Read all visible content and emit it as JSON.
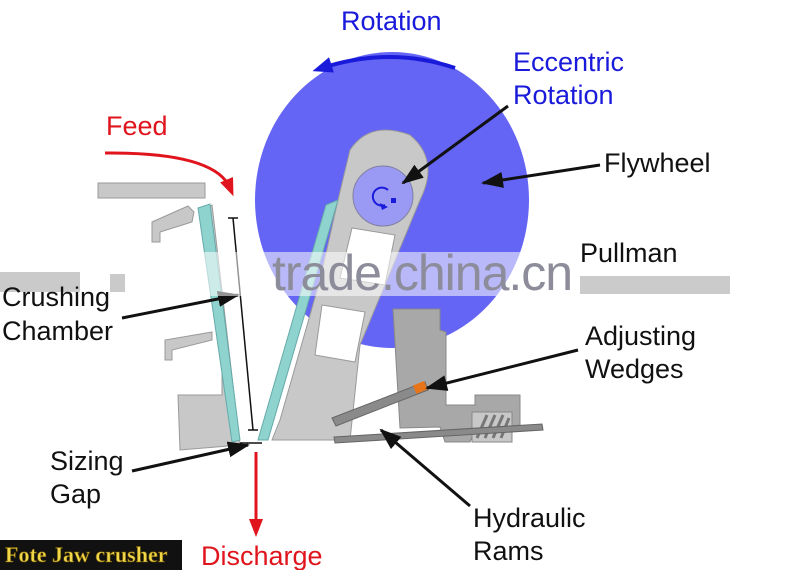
{
  "diagram": {
    "labels": {
      "rotation": "Rotation",
      "eccentric_line1": "Eccentric",
      "eccentric_line2": "Rotation",
      "feed": "Feed",
      "flywheel": "Flywheel",
      "pullman_line1": "Pullman",
      "crushing_line1": "Crushing",
      "crushing_line2": "Chamber",
      "adjusting_line1": "Adjusting",
      "adjusting_line2": "Wedges",
      "sizing_line1": "Sizing",
      "sizing_line2": "Gap",
      "hydraulic_line1": "Hydraulic",
      "hydraulic_line2": "Rams",
      "discharge": "Discharge"
    },
    "watermark": "trade.china.cn",
    "badge": "Fote Jaw crusher",
    "colors": {
      "flywheel": "#6464f5",
      "eccentric": "#9a9af5",
      "frame": "#c8c8c8",
      "frame_dark": "#a8a8a8",
      "jaw_liner": "#8fd3cf",
      "wedge": "#e8751a",
      "label_blue": "#1a1adb",
      "label_red": "#e0141c",
      "label_black": "#111111",
      "badge_bg": "#111111",
      "badge_text": "#f0d64a"
    }
  }
}
